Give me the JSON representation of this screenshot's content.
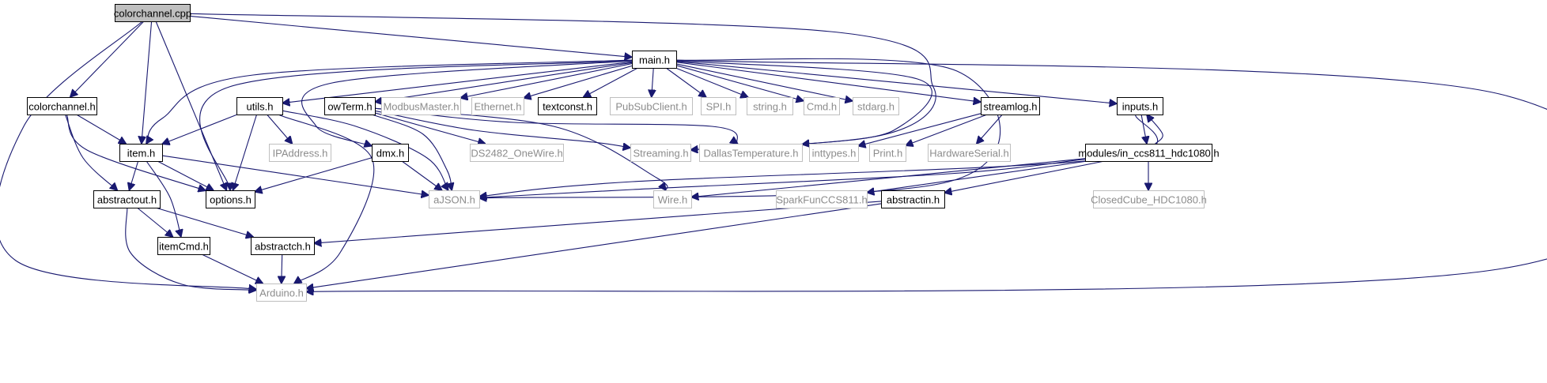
{
  "diagram": {
    "colors": {
      "edge": "#191970",
      "documented_border": "#000000",
      "external_border": "#bfbfbf",
      "external_text": "#8c8c8c",
      "root_fill": "#bfbfbf"
    },
    "nodes": [
      {
        "id": "colorchannel_cpp",
        "label": "colorchannel.cpp",
        "kind": "root"
      },
      {
        "id": "main_h",
        "label": "main.h",
        "kind": "documented"
      },
      {
        "id": "colorchannel_h",
        "label": "colorchannel.h",
        "kind": "documented"
      },
      {
        "id": "utils_h",
        "label": "utils.h",
        "kind": "documented"
      },
      {
        "id": "owTerm_h",
        "label": "owTerm.h",
        "kind": "documented"
      },
      {
        "id": "ModbusMaster_h",
        "label": "ModbusMaster.h",
        "kind": "external"
      },
      {
        "id": "Ethernet_h",
        "label": "Ethernet.h",
        "kind": "external"
      },
      {
        "id": "textconst_h",
        "label": "textconst.h",
        "kind": "documented"
      },
      {
        "id": "PubSubClient_h",
        "label": "PubSubClient.h",
        "kind": "external"
      },
      {
        "id": "SPI_h",
        "label": "SPI.h",
        "kind": "external"
      },
      {
        "id": "string_h",
        "label": "string.h",
        "kind": "external"
      },
      {
        "id": "Cmd_h",
        "label": "Cmd.h",
        "kind": "external"
      },
      {
        "id": "stdarg_h",
        "label": "stdarg.h",
        "kind": "external"
      },
      {
        "id": "streamlog_h",
        "label": "streamlog.h",
        "kind": "documented"
      },
      {
        "id": "inputs_h",
        "label": "inputs.h",
        "kind": "documented"
      },
      {
        "id": "item_h",
        "label": "item.h",
        "kind": "documented"
      },
      {
        "id": "IPAddress_h",
        "label": "IPAddress.h",
        "kind": "external"
      },
      {
        "id": "dmx_h",
        "label": "dmx.h",
        "kind": "documented"
      },
      {
        "id": "DS2482_OneWire_h",
        "label": "DS2482_OneWire.h",
        "kind": "external"
      },
      {
        "id": "Streaming_h",
        "label": "Streaming.h",
        "kind": "external"
      },
      {
        "id": "DallasTemperature_h",
        "label": "DallasTemperature.h",
        "kind": "external"
      },
      {
        "id": "inttypes_h",
        "label": "inttypes.h",
        "kind": "external"
      },
      {
        "id": "Print_h",
        "label": "Print.h",
        "kind": "external"
      },
      {
        "id": "HardwareSerial_h",
        "label": "HardwareSerial.h",
        "kind": "external"
      },
      {
        "id": "modules_in_ccs811_hdc1080_h",
        "label": "modules/in_ccs811_hdc1080.h",
        "kind": "documented"
      },
      {
        "id": "abstractout_h",
        "label": "abstractout.h",
        "kind": "documented"
      },
      {
        "id": "options_h",
        "label": "options.h",
        "kind": "documented"
      },
      {
        "id": "aJSON_h",
        "label": "aJSON.h",
        "kind": "external"
      },
      {
        "id": "Wire_h",
        "label": "Wire.h",
        "kind": "external"
      },
      {
        "id": "SparkFunCCS811_h",
        "label": "SparkFunCCS811.h",
        "kind": "external"
      },
      {
        "id": "abstractin_h",
        "label": "abstractin.h",
        "kind": "documented"
      },
      {
        "id": "ClosedCube_HDC1080_h",
        "label": "ClosedCube_HDC1080.h",
        "kind": "external"
      },
      {
        "id": "itemCmd_h",
        "label": "itemCmd.h",
        "kind": "documented"
      },
      {
        "id": "abstractch_h",
        "label": "abstractch.h",
        "kind": "documented"
      },
      {
        "id": "Arduino_h",
        "label": "Arduino.h",
        "kind": "external"
      }
    ]
  }
}
